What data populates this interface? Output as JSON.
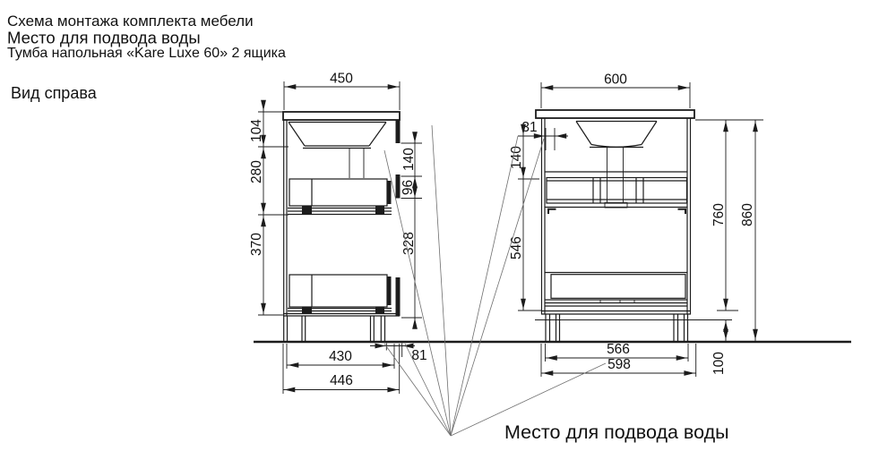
{
  "header": {
    "line1": "Схема монтажа комплекта мебели",
    "line2": "Место для подвода воды",
    "line3": "Тумба напольная «Kare Luxe 60» 2 ящика"
  },
  "view_label": "Вид справа",
  "annotation": "Место для подвода воды",
  "colors": {
    "line": "#1c1c1c",
    "leader": "#6f6f6f",
    "background": "#ffffff"
  },
  "side_view": {
    "width_top": "450",
    "left_dims": [
      "104",
      "280",
      "370"
    ],
    "right_dims": [
      "140",
      "96",
      "328"
    ],
    "bottom_dims": [
      "430",
      "446",
      "81"
    ]
  },
  "front_view": {
    "width_top": "600",
    "pipe_offset": "31",
    "left_dims": [
      "140",
      "546"
    ],
    "right_dims": [
      "760",
      "860",
      "100"
    ],
    "bottom_dims": [
      "566",
      "598"
    ]
  }
}
